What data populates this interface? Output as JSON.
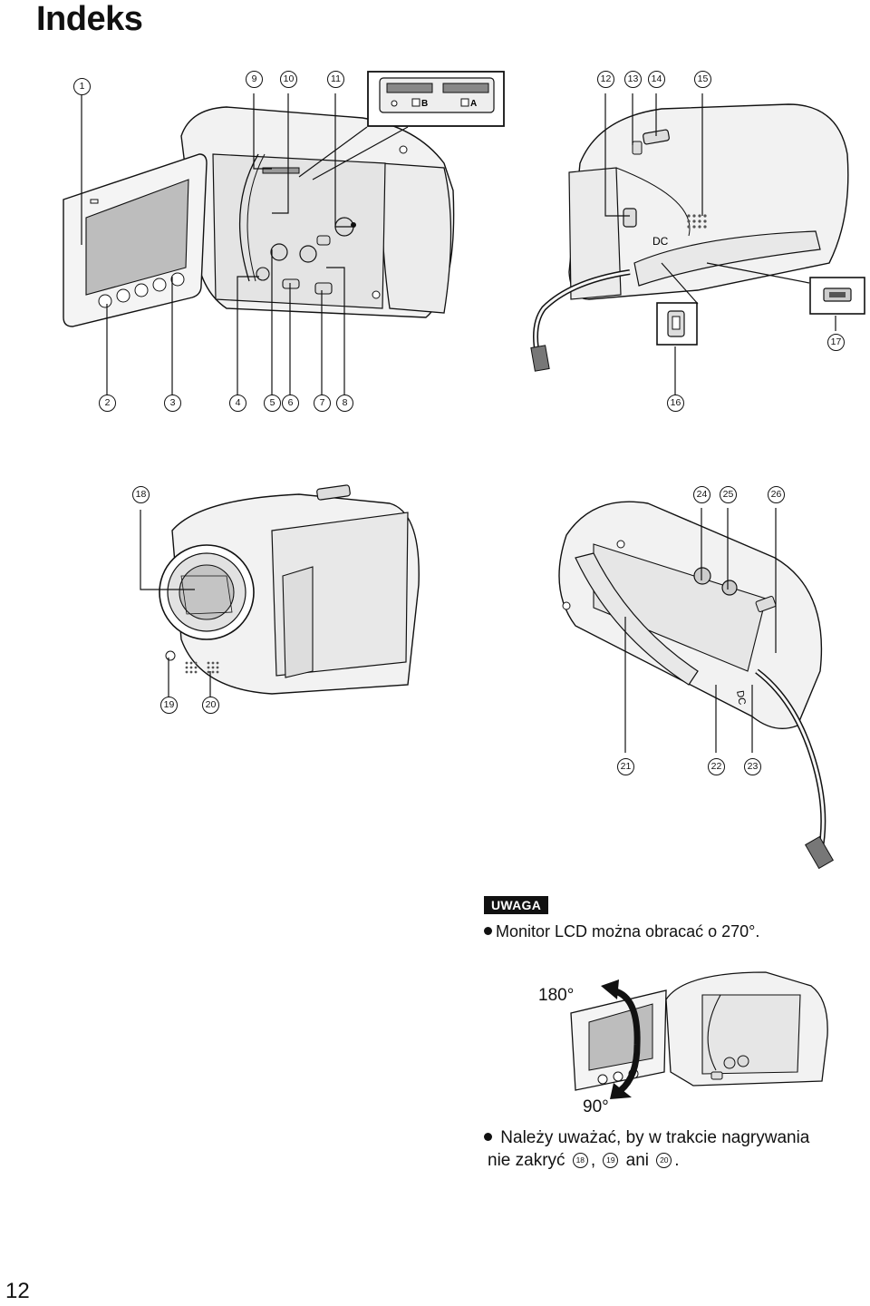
{
  "header": {
    "title": "Indeks"
  },
  "callouts": {
    "c1": "1",
    "c2": "2",
    "c3": "3",
    "c4": "4",
    "c5": "5",
    "c6": "6",
    "c7": "7",
    "c8": "8",
    "c9": "9",
    "c10": "10",
    "c11": "11",
    "c12": "12",
    "c13": "13",
    "c14": "14",
    "c15": "15",
    "c16": "16",
    "c17": "17",
    "c18": "18",
    "c19": "19",
    "c20": "20",
    "c21": "21",
    "c22": "22",
    "c23": "23",
    "c24": "24",
    "c25": "25",
    "c26": "26"
  },
  "card_slot": {
    "label_b": "B",
    "label_a": "A"
  },
  "dc_label": "DC",
  "note": {
    "badge": "UWAGA",
    "text": "Monitor LCD można obracać o 270°."
  },
  "rotation": {
    "angle_top": "180°",
    "angle_bottom": "90°"
  },
  "warning": {
    "line1": "Należy uważać, by w trakcie nagrywania",
    "line2_prefix": "nie zakryć",
    "ref1": "18",
    "sep1": ",",
    "ref2": "19",
    "sep2": "ani",
    "ref3": "20",
    "end": "."
  },
  "footer": {
    "page_number": "12"
  },
  "colors": {
    "line": "#111111",
    "body_fill": "#f2f2f2",
    "shade": "#d6d6d6",
    "screen": "#bdbdbd",
    "badge": "#111111"
  }
}
